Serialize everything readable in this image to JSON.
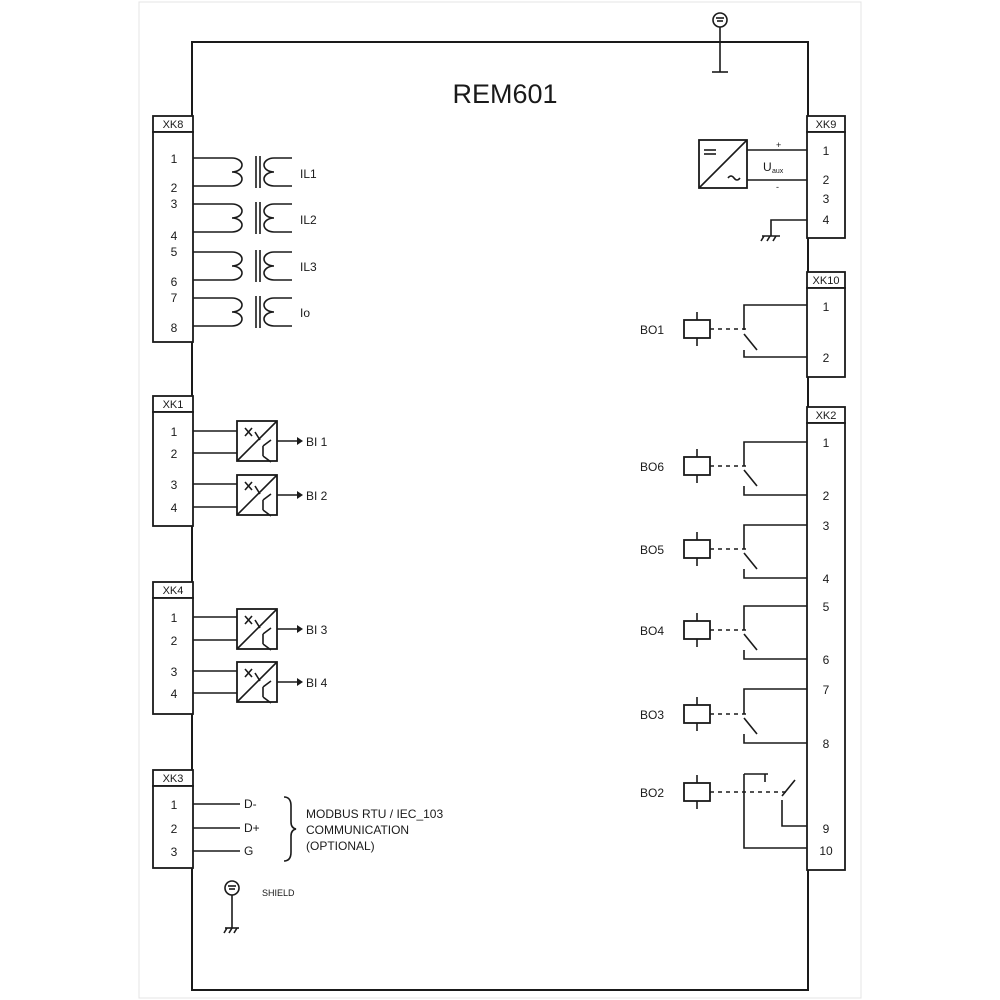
{
  "title": "REM601",
  "terminals": {
    "xk8": {
      "name": "XK8",
      "pins": [
        "1",
        "2",
        "3",
        "4",
        "5",
        "6",
        "7",
        "8"
      ]
    },
    "xk1": {
      "name": "XK1",
      "pins": [
        "1",
        "2",
        "3",
        "4"
      ]
    },
    "xk4": {
      "name": "XK4",
      "pins": [
        "1",
        "2",
        "3",
        "4"
      ]
    },
    "xk3": {
      "name": "XK3",
      "pins": [
        "1",
        "2",
        "3"
      ]
    },
    "xk9": {
      "name": "XK9",
      "pins": [
        "1",
        "2",
        "3",
        "4"
      ]
    },
    "xk10": {
      "name": "XK10",
      "pins": [
        "1",
        "2"
      ]
    },
    "xk2": {
      "name": "XK2",
      "pins": [
        "1",
        "2",
        "3",
        "4",
        "5",
        "6",
        "7",
        "8",
        "9",
        "10"
      ]
    }
  },
  "current_inputs": [
    "IL1",
    "IL2",
    "IL3",
    "Io"
  ],
  "binary_inputs": [
    "BI 1",
    "BI 2",
    "BI 3",
    "BI 4"
  ],
  "binary_outputs": [
    "BO1",
    "BO6",
    "BO5",
    "BO4",
    "BO3",
    "BO2"
  ],
  "comm": {
    "signals": [
      "D-",
      "D+",
      "G"
    ],
    "text_lines": [
      "MODBUS RTU / IEC_103",
      "COMMUNICATION",
      "(OPTIONAL)"
    ],
    "shield": "SHIELD"
  },
  "supply": {
    "label_main": "U",
    "label_sub": "aux",
    "plus": "+",
    "minus": "-"
  }
}
